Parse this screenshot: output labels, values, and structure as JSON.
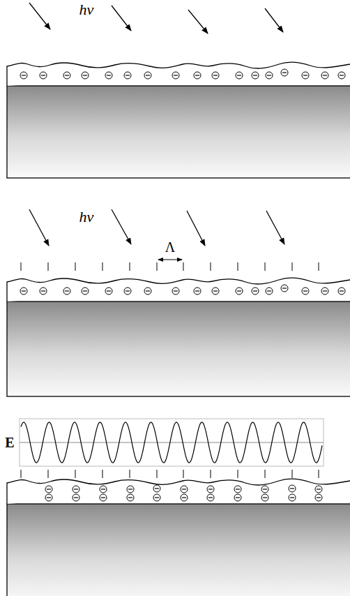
{
  "diagram": {
    "labels": [
      "hν",
      "hν",
      "Λ",
      "E"
    ]
  }
}
